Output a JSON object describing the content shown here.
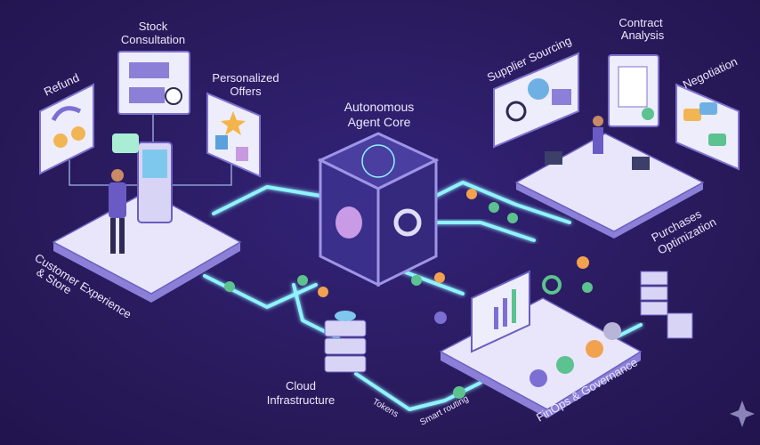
{
  "labels": {
    "stock": [
      "Stock",
      "Consultation"
    ],
    "refund": "Refund",
    "offers": [
      "Personalized",
      "Offers"
    ],
    "core": [
      "Autonomous",
      "Agent Core"
    ],
    "supplier": "Supplier Sourcing",
    "contract": [
      "Contract",
      "Analysis"
    ],
    "negotiation": "Negotiation",
    "purchases": [
      "Purchases",
      "Optimization"
    ],
    "customer": [
      "Customer Experience",
      "& Store"
    ],
    "cloud": [
      "Cloud",
      "Infrastructure"
    ],
    "tokens": "Tokens",
    "routing": "Smart routing",
    "finops": "FinOps & Governance"
  },
  "colors": {
    "background": "#291a5c",
    "glow": "#8ff3ff",
    "platform": "#e9e6fb",
    "accent": "#8c7fd8",
    "coin_green": "#5cc28f",
    "coin_orange": "#f2a24e"
  }
}
